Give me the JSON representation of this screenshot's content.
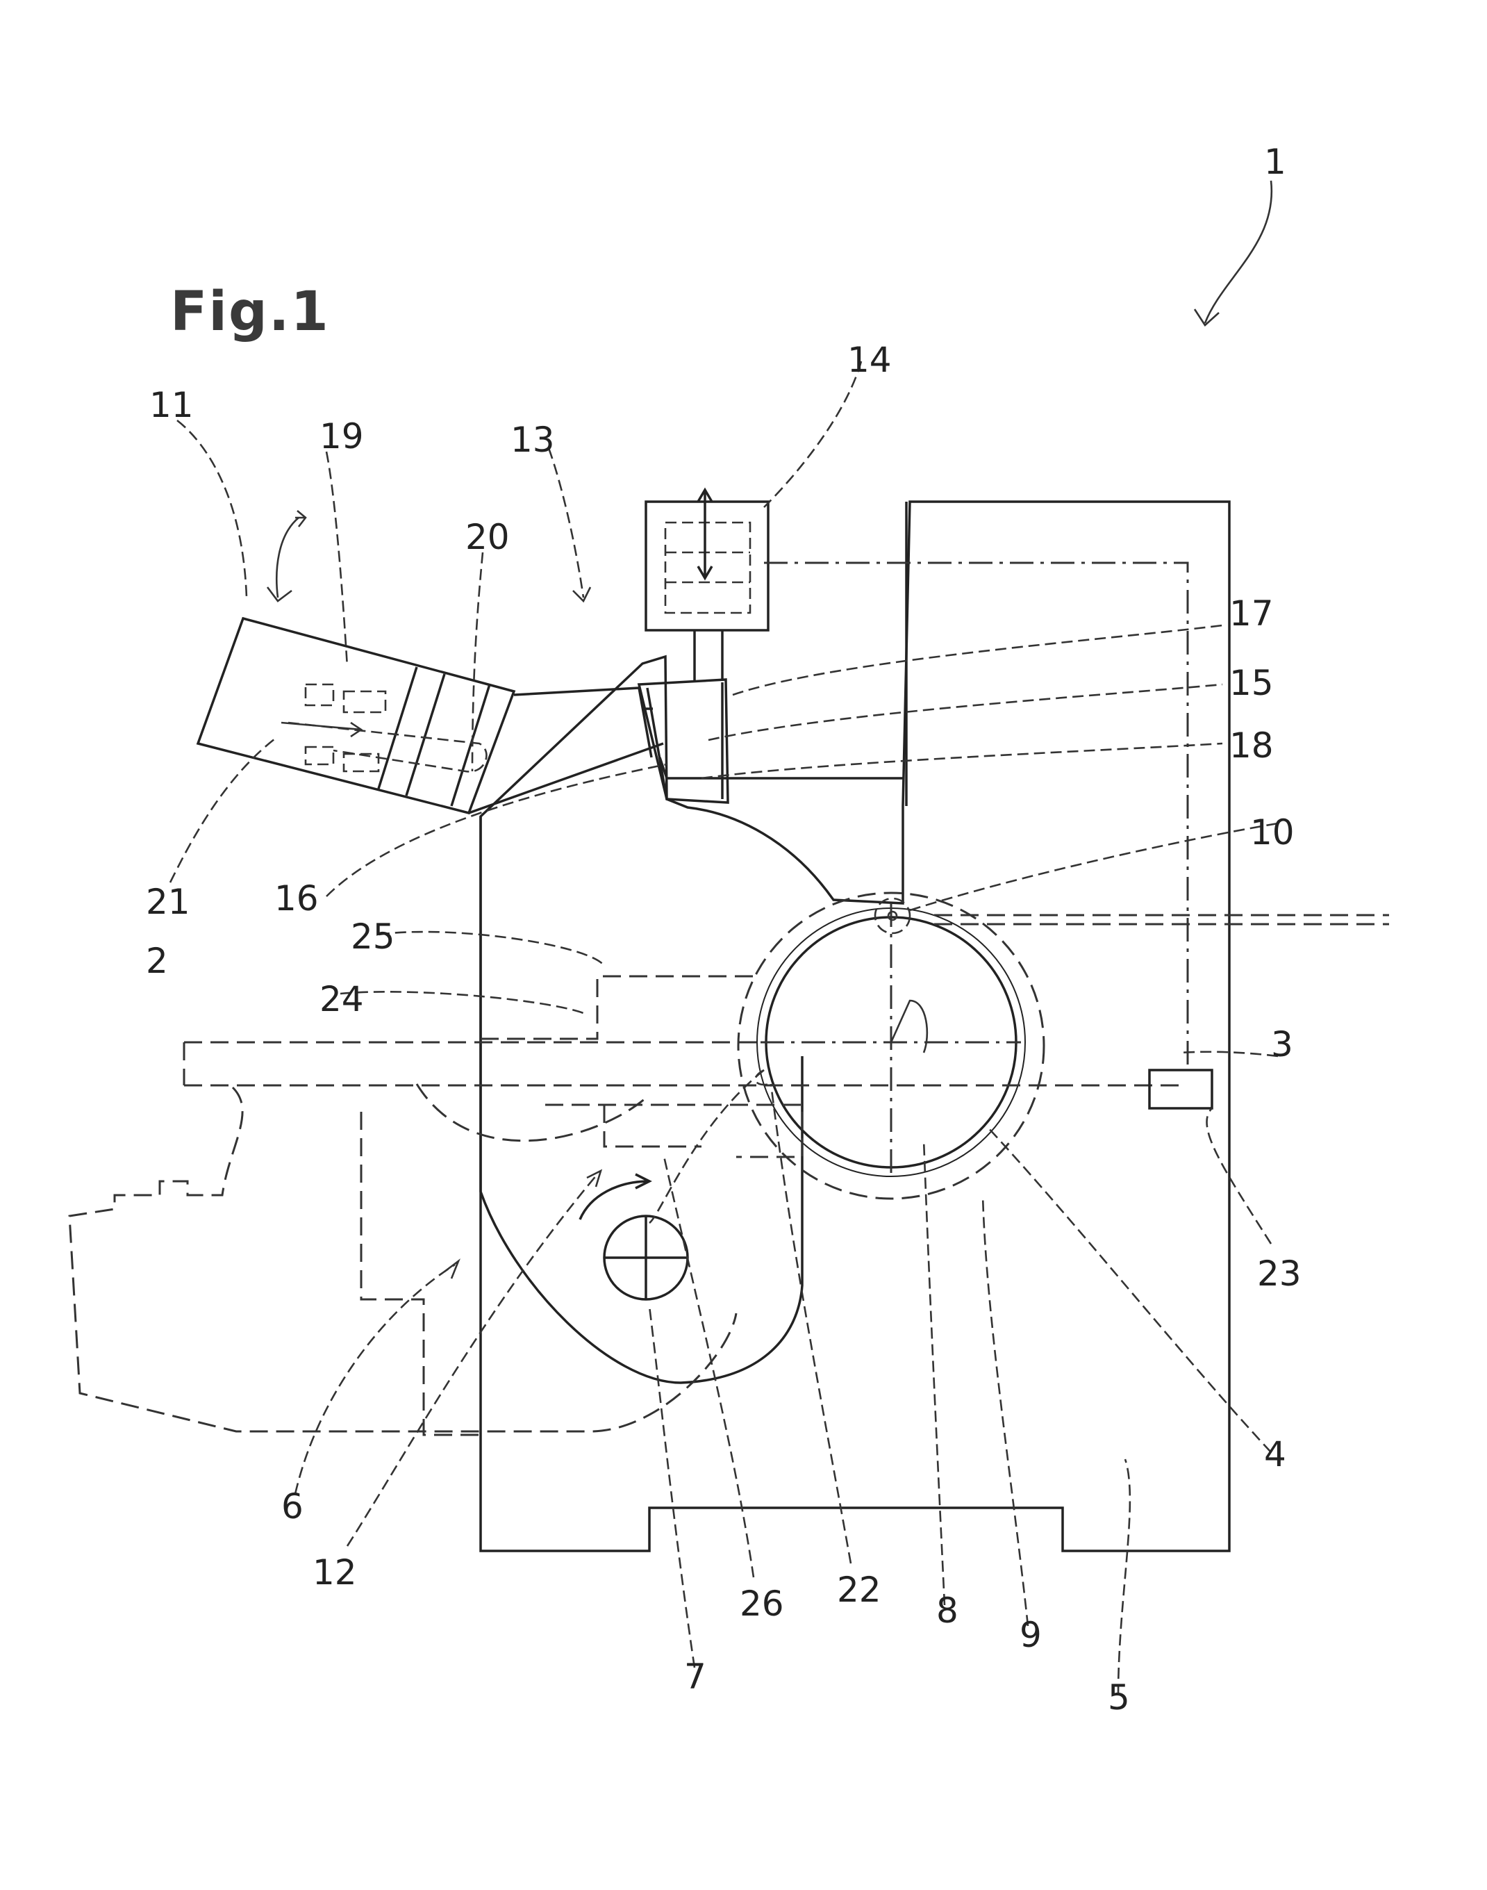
{
  "figure": {
    "title": "Fig.1",
    "labels": {
      "l1": "1",
      "l2": "2",
      "l3": "3",
      "l4": "4",
      "l5": "5",
      "l6": "6",
      "l7": "7",
      "l8": "8",
      "l9": "9",
      "l10": "10",
      "l11": "11",
      "l12": "12",
      "l13": "13",
      "l14": "14",
      "l15": "15",
      "l16": "16",
      "l17": "17",
      "l18": "18",
      "l19": "19",
      "l20": "20",
      "l21": "21",
      "l22": "22",
      "l23": "23",
      "l24": "24",
      "l25": "25",
      "l26": "26"
    }
  }
}
